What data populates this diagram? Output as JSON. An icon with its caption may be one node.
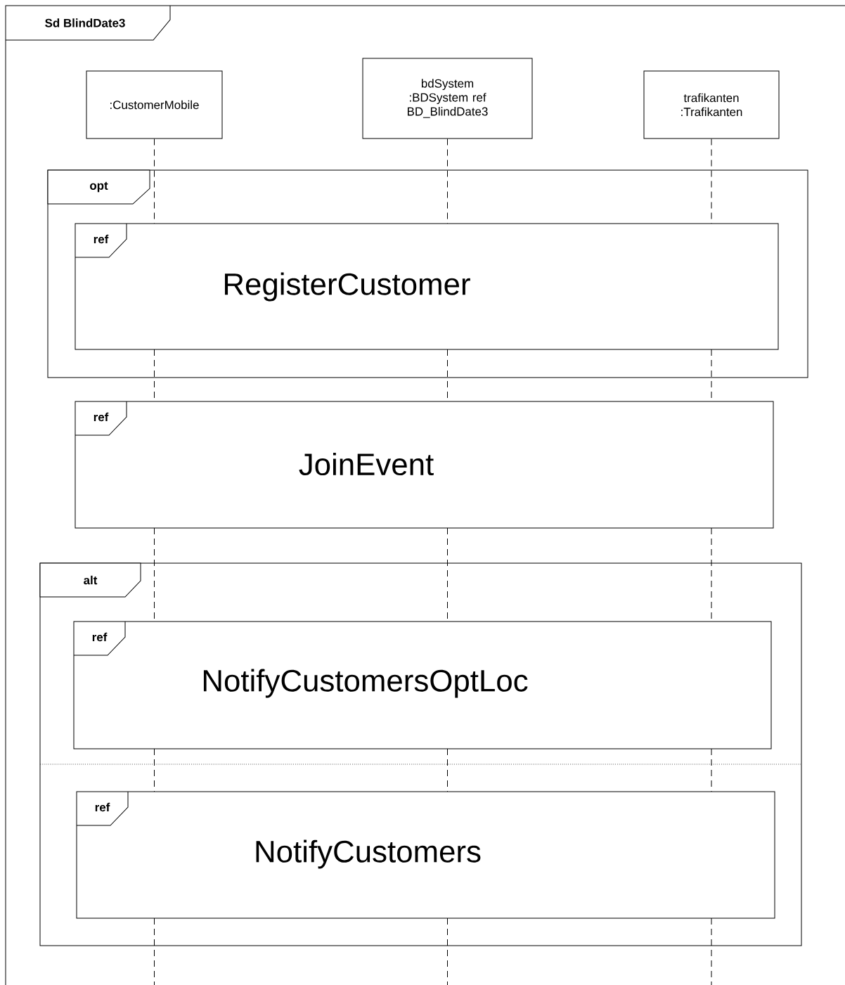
{
  "diagram": {
    "nodes": [
      {
        "text": [
          "Sd BlindDate3"
        ]
      },
      {
        "text": [
          ":CustomerMobile"
        ],
        "in": 0
      },
      {
        "text": [
          "bdSystem :BDSystem ref BD_BlindDate3"
        ],
        "in": 0
      },
      {
        "text": [
          "trafikanten :Trafikanten"
        ],
        "in": 0
      },
      {
        "text": [
          "opt"
        ],
        "in": 0
      },
      {
        "text": [
          "ref",
          "RegisterCustomer"
        ],
        "in": 4
      },
      {
        "text": [
          "ref",
          "JoinEvent"
        ],
        "in": 0
      },
      {
        "text": [
          "alt"
        ],
        "in": 0
      },
      {
        "text": [
          "ref",
          "NotifyCustomersOptLoc"
        ],
        "in": 7
      },
      {
        "text": [
          "ref",
          "NotifyCustomers"
        ],
        "in": 7
      }
    ],
    "edges": [
      {
        "from": 1,
        "to": null,
        "arrow": "none",
        "style": "dashed"
      },
      {
        "from": 2,
        "to": null,
        "arrow": "none",
        "style": "dashed"
      },
      {
        "from": 3,
        "to": null,
        "arrow": "none",
        "style": "dashed"
      }
    ]
  }
}
